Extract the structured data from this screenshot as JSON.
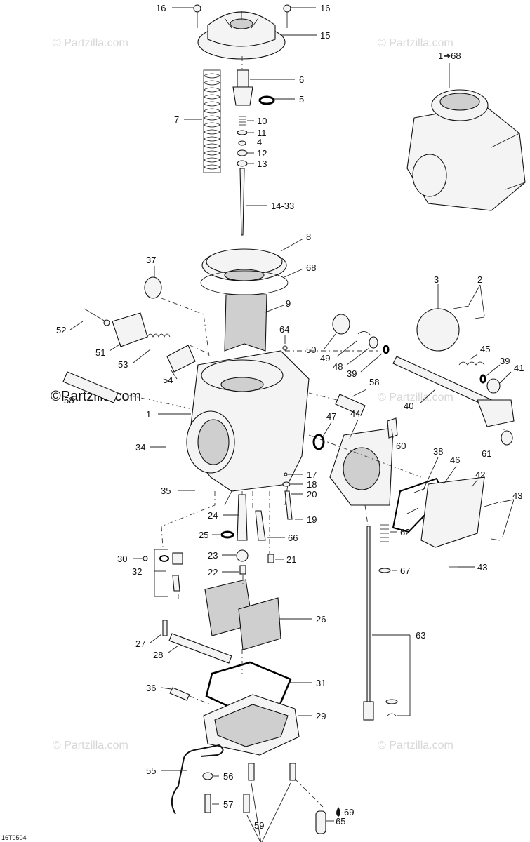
{
  "watermark": {
    "text": "© Partzilla.com",
    "dark_text": "©Partzilla.com"
  },
  "diagram_code": "16T0504",
  "assembly_label": "1➔68",
  "callouts": {
    "c16a": "16",
    "c16b": "16",
    "c15": "15",
    "c6": "6",
    "c5": "5",
    "c7": "7",
    "c10": "10",
    "c11": "11",
    "c4": "4",
    "c12": "12",
    "c13": "13",
    "c14_33": "14-33",
    "c8": "8",
    "c68": "68",
    "c37": "37",
    "c9": "9",
    "c3": "3",
    "c2": "2",
    "c52": "52",
    "c64": "64",
    "c50": "50",
    "c49": "49",
    "c48": "48",
    "c39a": "39",
    "c45": "45",
    "c39b": "39",
    "c41": "41",
    "c51": "51",
    "c53": "53",
    "c54": "54",
    "c58a": "58",
    "c58b": "58",
    "c1": "1",
    "c40": "40",
    "c47": "47",
    "c44": "44",
    "c60": "60",
    "c61": "61",
    "c34": "34",
    "c38": "38",
    "c46": "46",
    "c42": "42",
    "c43a": "43",
    "c17": "17",
    "c18": "18",
    "c35": "35",
    "c20": "20",
    "c24": "24",
    "c19": "19",
    "c25": "25",
    "c66": "66",
    "c62": "62",
    "c30": "30",
    "c32": "32",
    "c23": "23",
    "c21": "21",
    "c67": "67",
    "c43b": "43",
    "c22": "22",
    "c26": "26",
    "c63": "63",
    "c27": "27",
    "c28": "28",
    "c36": "36",
    "c31": "31",
    "c29": "29",
    "c55": "55",
    "c56": "56",
    "c69": "69",
    "c57": "57",
    "c59": "59",
    "c65": "65"
  }
}
